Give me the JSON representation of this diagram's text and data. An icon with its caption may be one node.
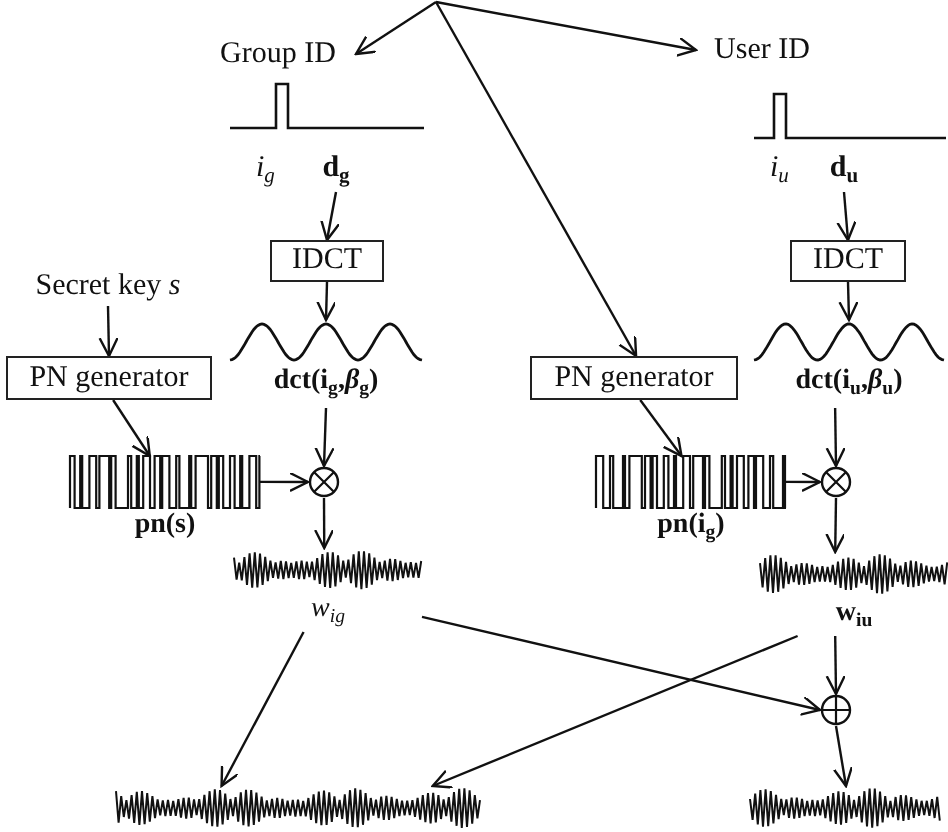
{
  "diagram": {
    "nodes": [
      {
        "text": [
          "Group ID"
        ]
      },
      {
        "text": [
          "User ID"
        ]
      },
      {
        "text": [
          "d$_{g}$"
        ]
      },
      {
        "text": [
          "IDCT"
        ]
      },
      {
        "text": [
          "dct(i$_{g}$,*β*$_{g}$)"
        ]
      },
      {
        "text": [
          "Secret key *s*"
        ]
      },
      {
        "text": [
          "PN generator"
        ]
      },
      {
        "text": [
          "pn(s)"
        ]
      },
      {
        "text": [],
        "shape": "circle"
      },
      {
        "text": [
          "w$_{ig}$"
        ]
      },
      {
        "text": [
          "d$_{u}$"
        ]
      },
      {
        "text": [
          "IDCT"
        ]
      },
      {
        "text": [
          "dct(i$_{u}$,*β*$_{u}$)"
        ]
      },
      {
        "text": [
          "PN generator"
        ]
      },
      {
        "text": [
          "pn(i$_{g}$)"
        ]
      },
      {
        "text": [],
        "shape": "circle"
      },
      {
        "text": [
          "w$_{iu}$"
        ]
      },
      {
        "text": [],
        "shape": "circle"
      },
      {
        "text": [],
        "shape": "noise"
      },
      {
        "text": [],
        "shape": "noise"
      }
    ],
    "edges": [
      {
        "from": null,
        "to": 0,
        "arrow": "to"
      },
      {
        "from": null,
        "to": 1,
        "arrow": "to"
      },
      {
        "from": null,
        "to": 13,
        "arrow": "to"
      },
      {
        "from": 2,
        "to": 3,
        "arrow": "to"
      },
      {
        "from": 3,
        "to": 4,
        "arrow": "to"
      },
      {
        "from": 5,
        "to": 6,
        "arrow": "to"
      },
      {
        "from": 6,
        "to": 7,
        "arrow": "to"
      },
      {
        "from": 7,
        "to": 8,
        "arrow": "to"
      },
      {
        "from": 4,
        "to": 8,
        "arrow": "to"
      },
      {
        "from": 8,
        "to": 9,
        "arrow": "to"
      },
      {
        "from": 9,
        "to": 18,
        "arrow": "to"
      },
      {
        "from": 9,
        "to": 17,
        "arrow": "to"
      },
      {
        "from": 10,
        "to": 11,
        "arrow": "to"
      },
      {
        "from": 11,
        "to": 12,
        "arrow": "to"
      },
      {
        "from": 13,
        "to": 14,
        "arrow": "to"
      },
      {
        "from": 14,
        "to": 15,
        "arrow": "to"
      },
      {
        "from": 12,
        "to": 15,
        "arrow": "to"
      },
      {
        "from": 15,
        "to": 16,
        "arrow": "to"
      },
      {
        "from": 16,
        "to": 17,
        "arrow": "to"
      },
      {
        "from": 16,
        "to": 18,
        "arrow": "to"
      },
      {
        "from": 17,
        "to": 19,
        "arrow": "to"
      }
    ],
    "labels": [
      "i$_{g}$",
      "i$_{u}$"
    ]
  }
}
